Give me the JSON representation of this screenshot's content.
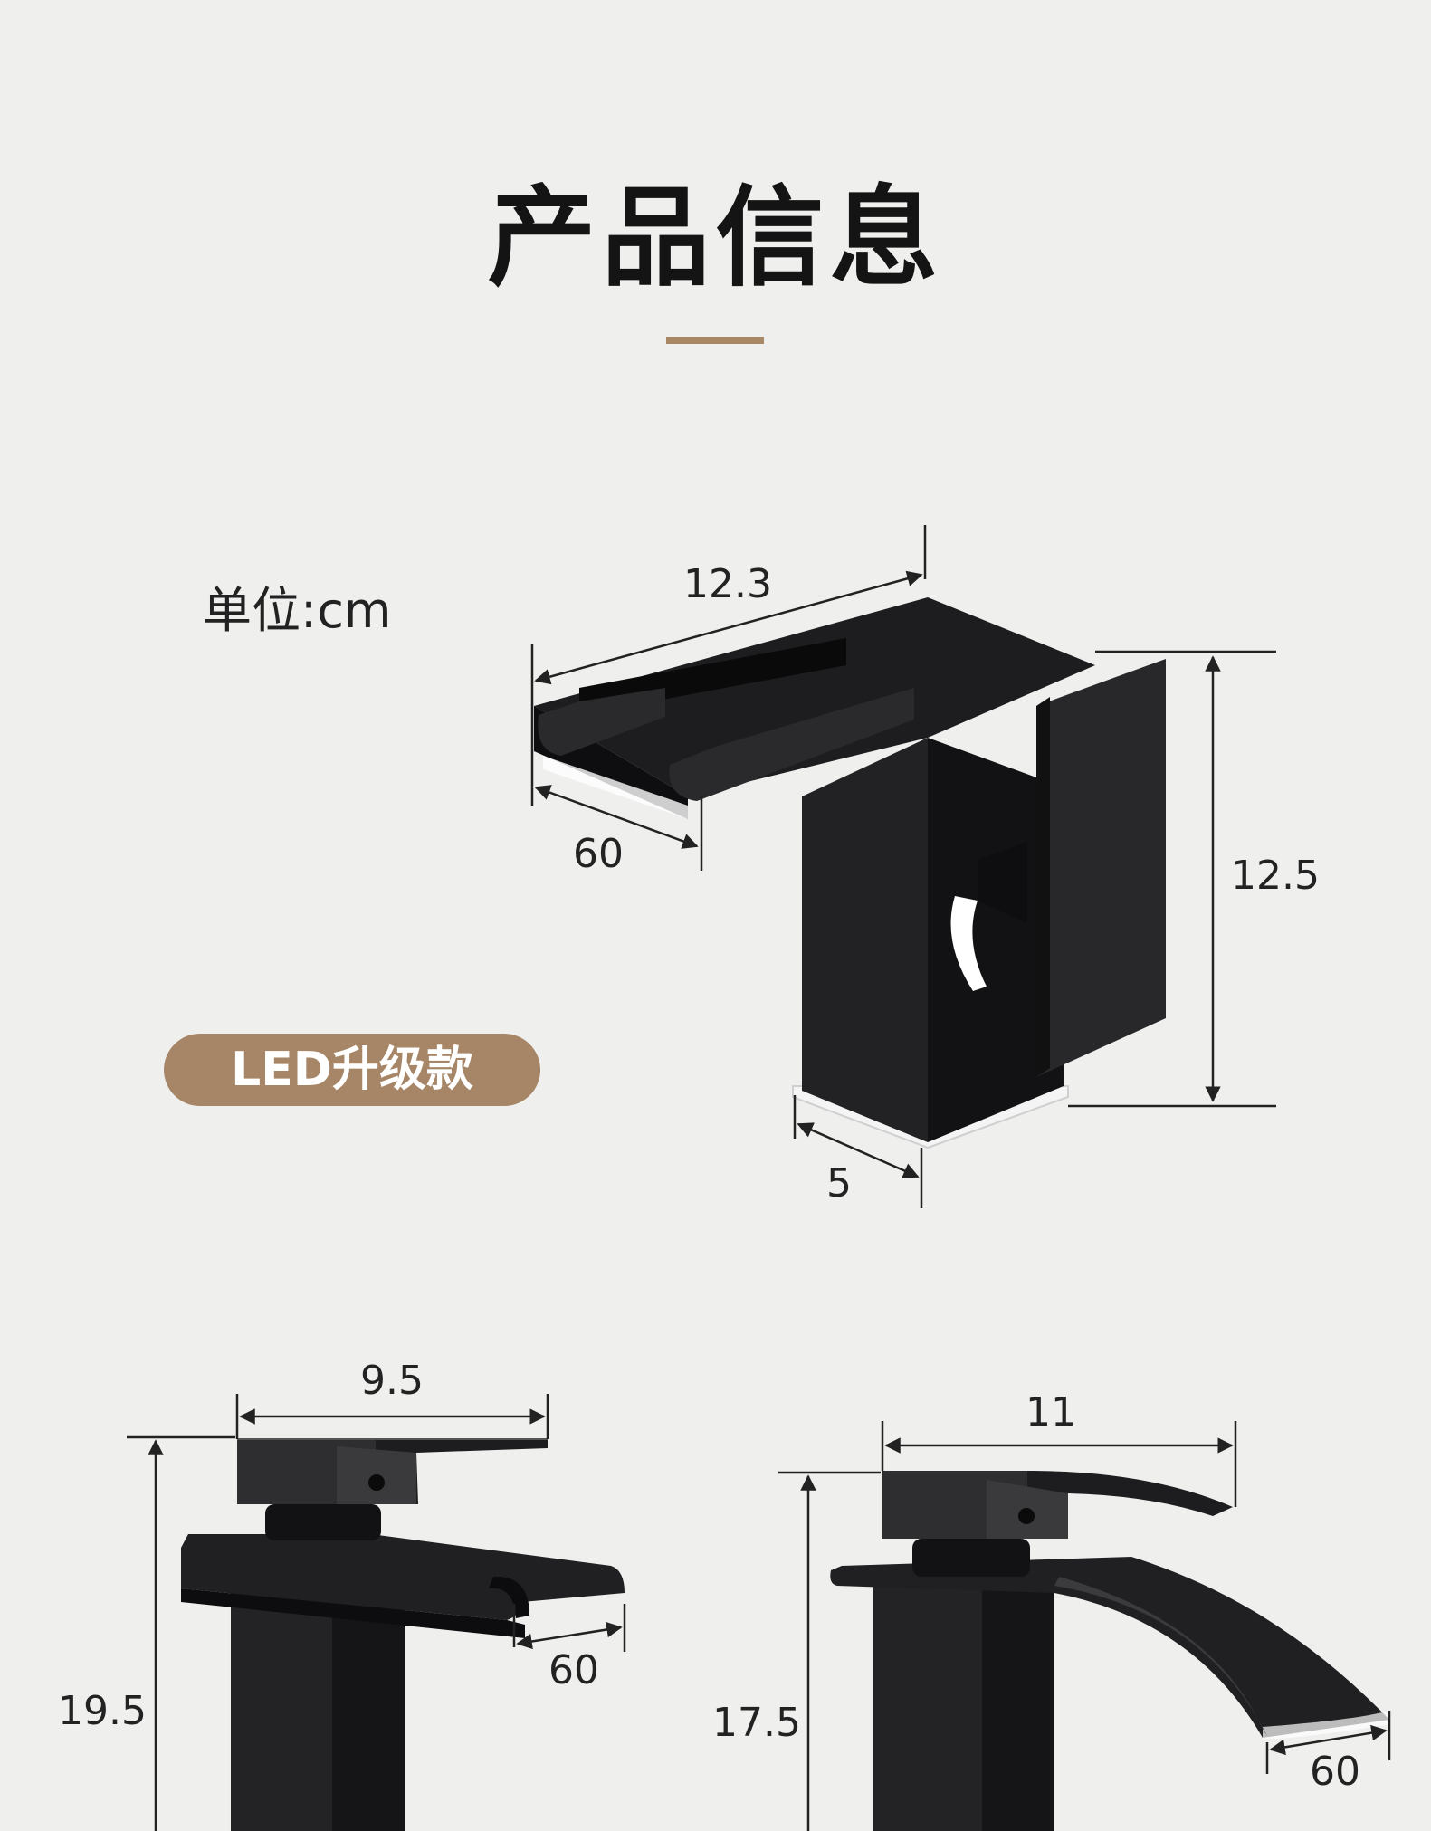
{
  "header": {
    "title": "产品信息"
  },
  "unit_label": "单位:cm",
  "badge": {
    "label": "LED升级款"
  },
  "colors": {
    "accent": "#a98868",
    "badge": "#a68666",
    "faucet": "#1c1c1e",
    "background": "#efefee"
  },
  "views": [
    {
      "name": "led-faucet",
      "dimensions": [
        "12.3",
        "60",
        "12.5",
        "5"
      ]
    },
    {
      "name": "square-waterfall-faucet",
      "dimensions": [
        "9.5",
        "60",
        "19.5"
      ]
    },
    {
      "name": "curved-waterfall-faucet",
      "dimensions": [
        "11",
        "17.5",
        "60"
      ]
    }
  ]
}
